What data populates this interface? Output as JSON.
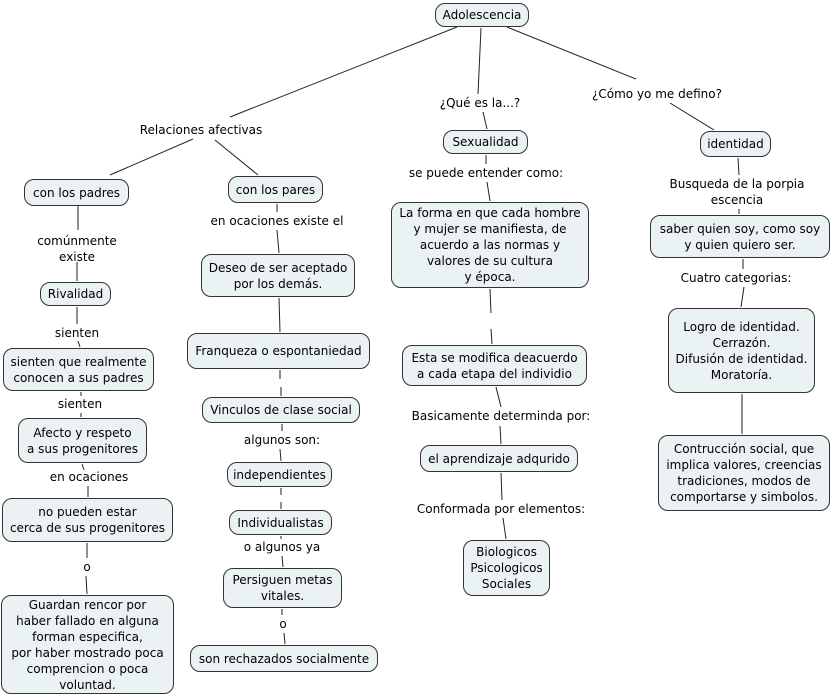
{
  "diagram": {
    "type": "concept-map",
    "topic": "Adolescencia"
  },
  "colors": {
    "background": "#ffffff",
    "node_fill": "#ebf2f4",
    "node_border": "#333333",
    "line": "#222222",
    "text": "#000000"
  },
  "nodes": {
    "adolescencia": "Adolescencia",
    "con_los_padres": "con los padres",
    "con_los_pares": "con los pares",
    "sexualidad": "Sexualidad",
    "identidad": "identidad",
    "rivalidad": "Rivalidad",
    "sienten_conocen": "sienten que realmente\nconocen a sus padres",
    "afecto_respeto": "Afecto y respeto\na sus progenitores",
    "no_pueden_estar": "no pueden estar\ncerca de sus progenitores",
    "guardan_rencor": "Guardan rencor por\nhaber fallado en alguna\nforman especifica,\npor haber mostrado poca\ncomprencion o poca\nvoluntad.",
    "deseo_aceptado": "Deseo de ser aceptado\npor los demás.",
    "franqueza": "Franqueza o espontaniedad",
    "vinculos": "Vinculos de clase social",
    "independientes": "independientes",
    "individualistas": "Individualistas",
    "persiguen_metas": "Persiguen metas\nvitales.",
    "rechazados": "son rechazados socialmente",
    "la_forma": "La forma en que cada hombre\ny mujer se manifiesta, de\nacuerdo a las normas y\nvalores de su cultura\ny época.",
    "esta_se_modifica": "Esta se modifica deacuerdo\na cada etapa del individio",
    "aprendizaje": "el aprendizaje adqurido",
    "biologicos": "Biologicos\nPsicologicos\nSociales",
    "saber_quien_soy": "saber quien soy, como soy\ny quien quiero ser.",
    "logro": "Logro de identidad.\nCerrazón.\nDifusión de identidad.\nMoratoría.",
    "contruccion": "Contrucción social, que\nimplica valores, creencias\ntradiciones, modos de\ncomportarse y simbolos."
  },
  "labels": {
    "relaciones_afectivas": "Relaciones afectivas",
    "que_es_la": "¿Qué es la...?",
    "como_me_defino": "¿Cómo yo me defino?",
    "comunmente_existe": "comúnmente\nexiste",
    "sienten_1": "sienten",
    "sienten_2": "sienten",
    "en_ocaciones": "en ocaciones",
    "o_1": "o",
    "en_ocaciones_existe": "en ocaciones existe el",
    "algunos_son": "algunos son:",
    "o_algunos_ya": "o algunos ya",
    "o_2": "o",
    "se_puede_entender": "se puede entender como:",
    "basicamente_determinda": "Basicamente determinda por:",
    "conformada_por": "Conformada por elementos:",
    "busqueda": "Busqueda de la porpia\nescencia",
    "cuatro_categorias": "Cuatro categorias:"
  }
}
